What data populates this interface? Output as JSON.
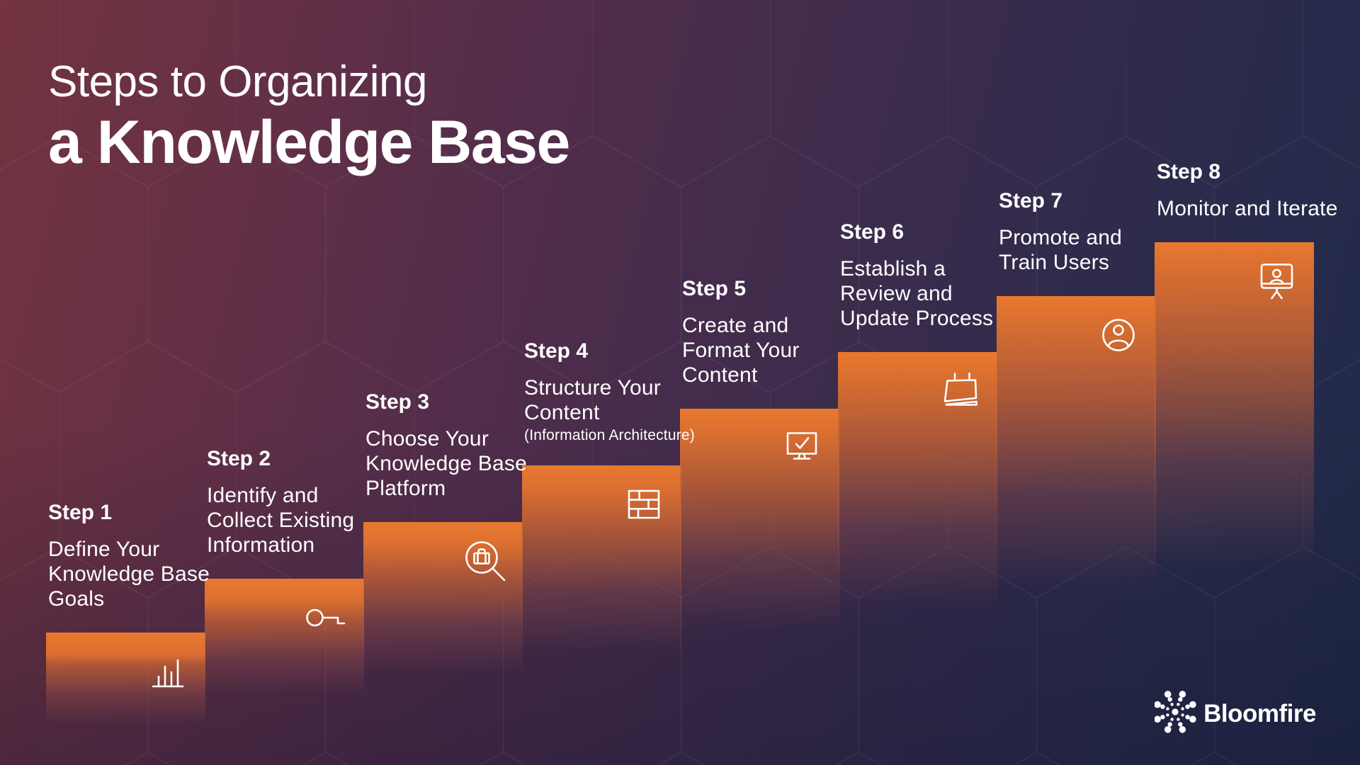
{
  "title": {
    "line1": "Steps to Organizing",
    "line2": "a Knowledge Base"
  },
  "steps": [
    {
      "label": "Step 1",
      "lines": [
        "Define Your",
        "Knowledge Base",
        "Goals"
      ],
      "icon": "bar-chart-icon"
    },
    {
      "label": "Step 2",
      "lines": [
        "Identify and",
        "Collect Existing",
        "Information"
      ],
      "icon": "key-icon"
    },
    {
      "label": "Step 3",
      "lines": [
        "Choose Your",
        "Knowledge Base",
        "Platform"
      ],
      "icon": "search-briefcase-icon"
    },
    {
      "label": "Step 4",
      "lines": [
        "Structure Your",
        "Content"
      ],
      "note": "(Information Architecture)",
      "icon": "bricks-icon"
    },
    {
      "label": "Step 5",
      "lines": [
        "Create and",
        "Format Your",
        "Content"
      ],
      "icon": "monitor-check-icon"
    },
    {
      "label": "Step 6",
      "lines": [
        "Establish a",
        "Review and",
        "Update Process"
      ],
      "icon": "calendar-icon"
    },
    {
      "label": "Step 7",
      "lines": [
        "Promote and",
        "Train Users"
      ],
      "icon": "user-circle-icon"
    },
    {
      "label": "Step 8",
      "lines": [
        "Monitor and Iterate"
      ],
      "icon": "presentation-user-icon"
    }
  ],
  "logo": {
    "text": "Bloomfire",
    "mark": "bloomfire-burst-icon"
  },
  "colors": {
    "accent_orange": "#E8792F",
    "accent_orange_deep": "#DC7030",
    "bg_maroon": "#703140",
    "bg_navy": "#232A4A",
    "text": "#FFFFFF",
    "pattern_line": "rgba(255,255,255,0.055)"
  }
}
